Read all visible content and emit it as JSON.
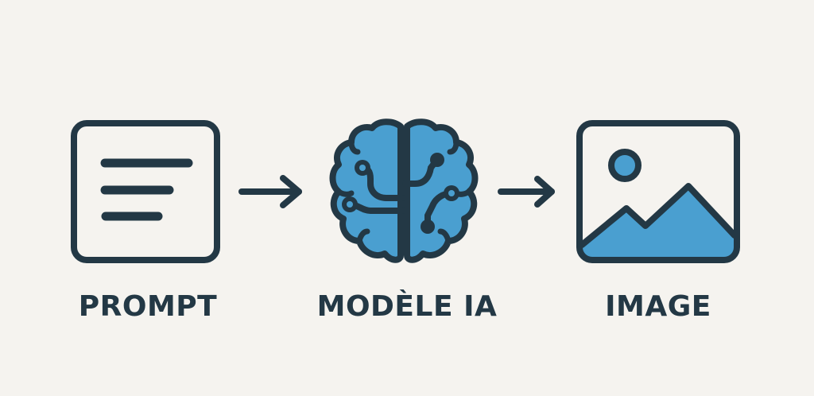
{
  "diagram": {
    "colors": {
      "background": "#f5f3ef",
      "stroke": "#233845",
      "accent": "#4a9fd0"
    },
    "steps": [
      {
        "label": "PROMPT",
        "icon": "text-document-icon"
      },
      {
        "label": "MODÈLE IA",
        "icon": "ai-brain-circuit-icon"
      },
      {
        "label": "IMAGE",
        "icon": "image-landscape-icon"
      }
    ],
    "connectors": [
      {
        "icon": "arrow-right-icon",
        "from": "PROMPT",
        "to": "MODÈLE IA"
      },
      {
        "icon": "arrow-right-icon",
        "from": "MODÈLE IA",
        "to": "IMAGE"
      }
    ]
  }
}
